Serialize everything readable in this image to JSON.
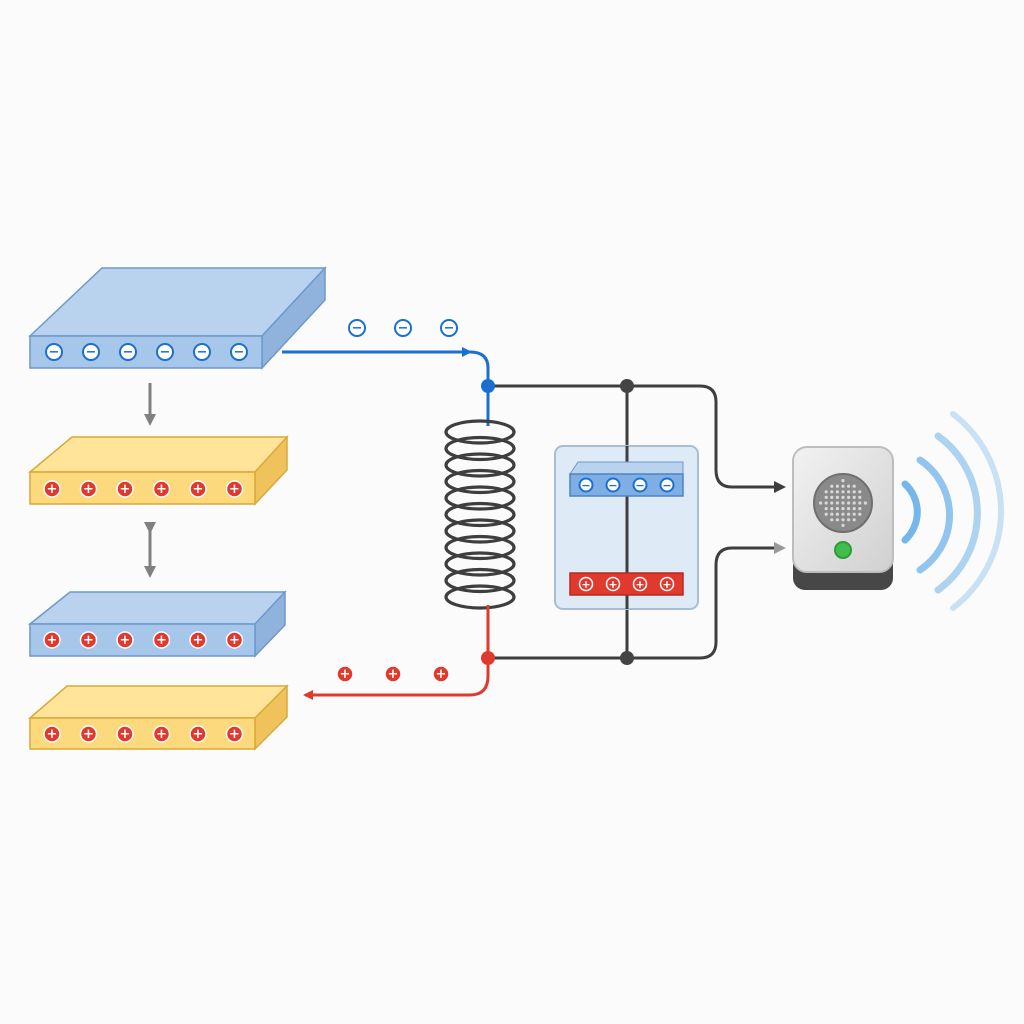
{
  "symbols": {
    "negative": "−",
    "positive": "+"
  },
  "colors": {
    "background": "#fbfbfb",
    "blue_top": "#b9d3ee",
    "blue_front": "#a6c6ea",
    "blue_side": "#8fb3dc",
    "blue_edge": "#6d98cd",
    "yellow_top": "#ffe49a",
    "yellow_front": "#fcd97c",
    "yellow_side": "#efc25b",
    "yellow_edge": "#d9a93b",
    "negative_charge": "#1a6fd0",
    "positive_charge": "#e0392d",
    "wire": "#3e3e3e",
    "gray_arrow": "#808080",
    "capacitor_box": "#d8e6f5",
    "signal_wave": "#6eb2ea",
    "speaker_body": "#e4e4e4",
    "speaker_led": "#3fbf4a"
  },
  "icons": {
    "coil": "spring-coil-icon",
    "speaker": "speaker-icon",
    "signal": "wireless-signal-icon"
  },
  "plates": [
    {
      "id": "plate-1",
      "material": "blue",
      "charge": "negative",
      "charges": 6
    },
    {
      "id": "plate-2",
      "material": "yellow",
      "charge": "positive",
      "charges": 6
    },
    {
      "id": "plate-3",
      "material": "blue",
      "charge": "positive",
      "charges": 6
    },
    {
      "id": "plate-4",
      "material": "yellow",
      "charge": "positive",
      "charges": 6
    }
  ],
  "flows": {
    "negative_flow": {
      "charge": "negative",
      "count": 3
    },
    "positive_flow": {
      "charge": "positive",
      "count": 3
    }
  },
  "capacitor": {
    "upper_plate": {
      "charge": "negative",
      "charges": 4
    },
    "lower_plate": {
      "charge": "positive",
      "charges": 4
    }
  }
}
